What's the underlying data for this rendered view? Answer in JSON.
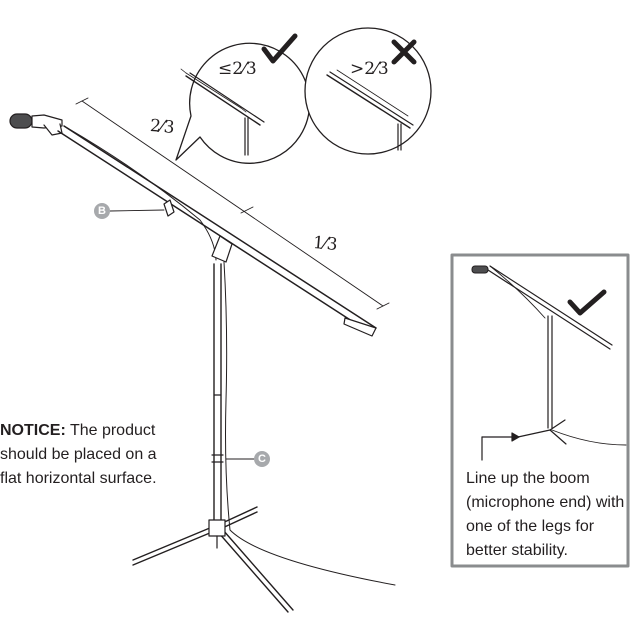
{
  "notice": {
    "heading": "NOTICE:",
    "text": " The product should be placed on a flat horizontal surface."
  },
  "boom_ratio": {
    "near": "2⁄3",
    "far": "1⁄3"
  },
  "callouts": {
    "ok": "≤2⁄3",
    "not_ok": ">2⁄3"
  },
  "labels": {
    "b": "B",
    "c": "C"
  },
  "inset": {
    "text": "Line up the boom (microphone end) with one of the legs for better stability."
  },
  "colors": {
    "line": "#231f20",
    "badge": "#a7a9ac",
    "frame": "#8a8c8e"
  },
  "icons": [
    "checkmark-icon",
    "cross-icon",
    "checkmark-icon",
    "arrow-icon"
  ]
}
